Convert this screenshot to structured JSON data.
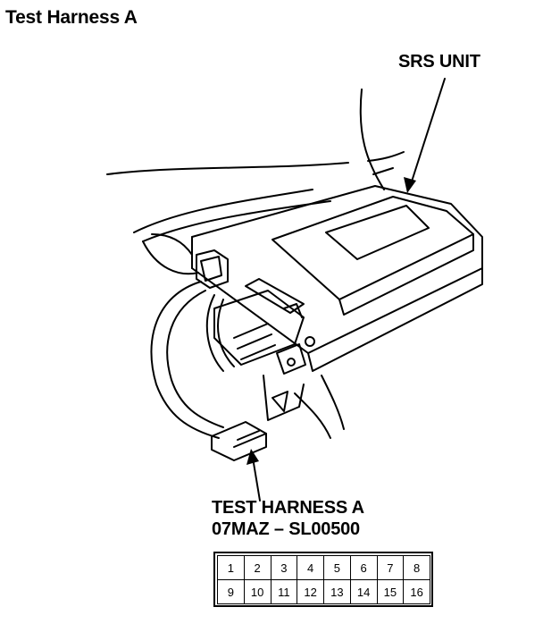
{
  "title": "Test Harness A",
  "srs_label": "SRS UNIT",
  "harness": {
    "line1": "TEST HARNESS A",
    "line2": "07MAZ – SL00500"
  },
  "pins": {
    "row1": [
      "1",
      "2",
      "3",
      "4",
      "5",
      "6",
      "7",
      "8"
    ],
    "row2": [
      "9",
      "10",
      "11",
      "12",
      "13",
      "14",
      "15",
      "16"
    ]
  }
}
